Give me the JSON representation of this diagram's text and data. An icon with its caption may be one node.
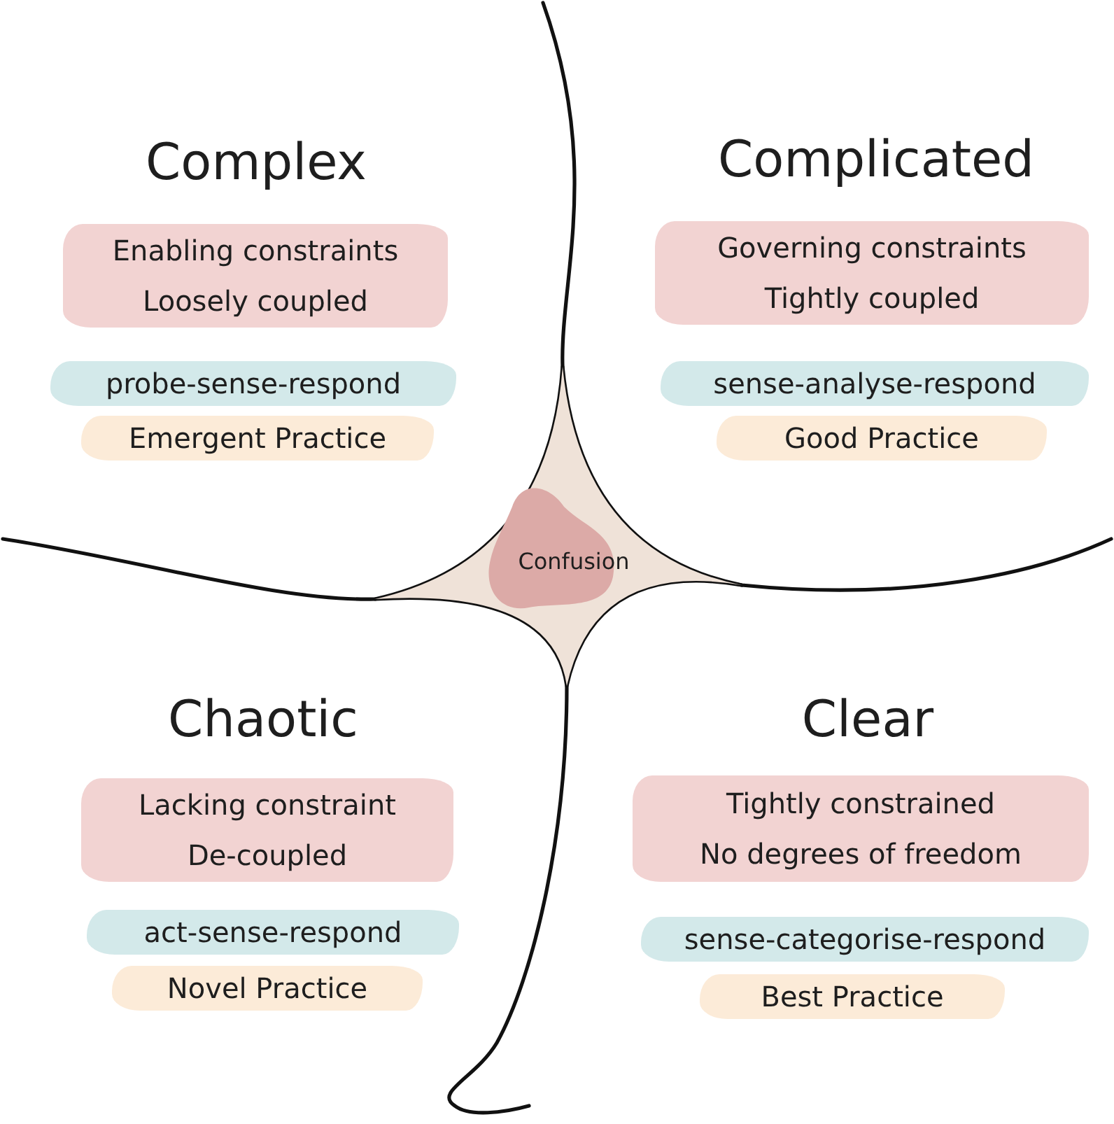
{
  "diagram": {
    "nodes": [
      {
        "text": [
          "Enabling constraints",
          "Loosely coupled"
        ]
      },
      {
        "text": [
          "probe-sense-respond"
        ]
      },
      {
        "text": [
          "Emergent Practice"
        ]
      },
      {
        "text": [
          "Governing constraints",
          "Tightly coupled"
        ]
      },
      {
        "text": [
          "sense-analyse-respond"
        ]
      },
      {
        "text": [
          "Good Practice"
        ]
      },
      {
        "text": [
          "Confusion"
        ]
      },
      {
        "text": [
          "Lacking constraint",
          "De-coupled"
        ]
      },
      {
        "text": [
          "act-sense-respond"
        ]
      },
      {
        "text": [
          "Novel Practice"
        ]
      },
      {
        "text": [
          "Tightly constrained",
          "No degrees of freedom"
        ]
      },
      {
        "text": [
          "sense-categorise-respond"
        ]
      },
      {
        "text": [
          "Best Practice"
        ]
      }
    ],
    "labels": [
      "Complex",
      "Complicated",
      "Chaotic",
      "Clear"
    ]
  }
}
